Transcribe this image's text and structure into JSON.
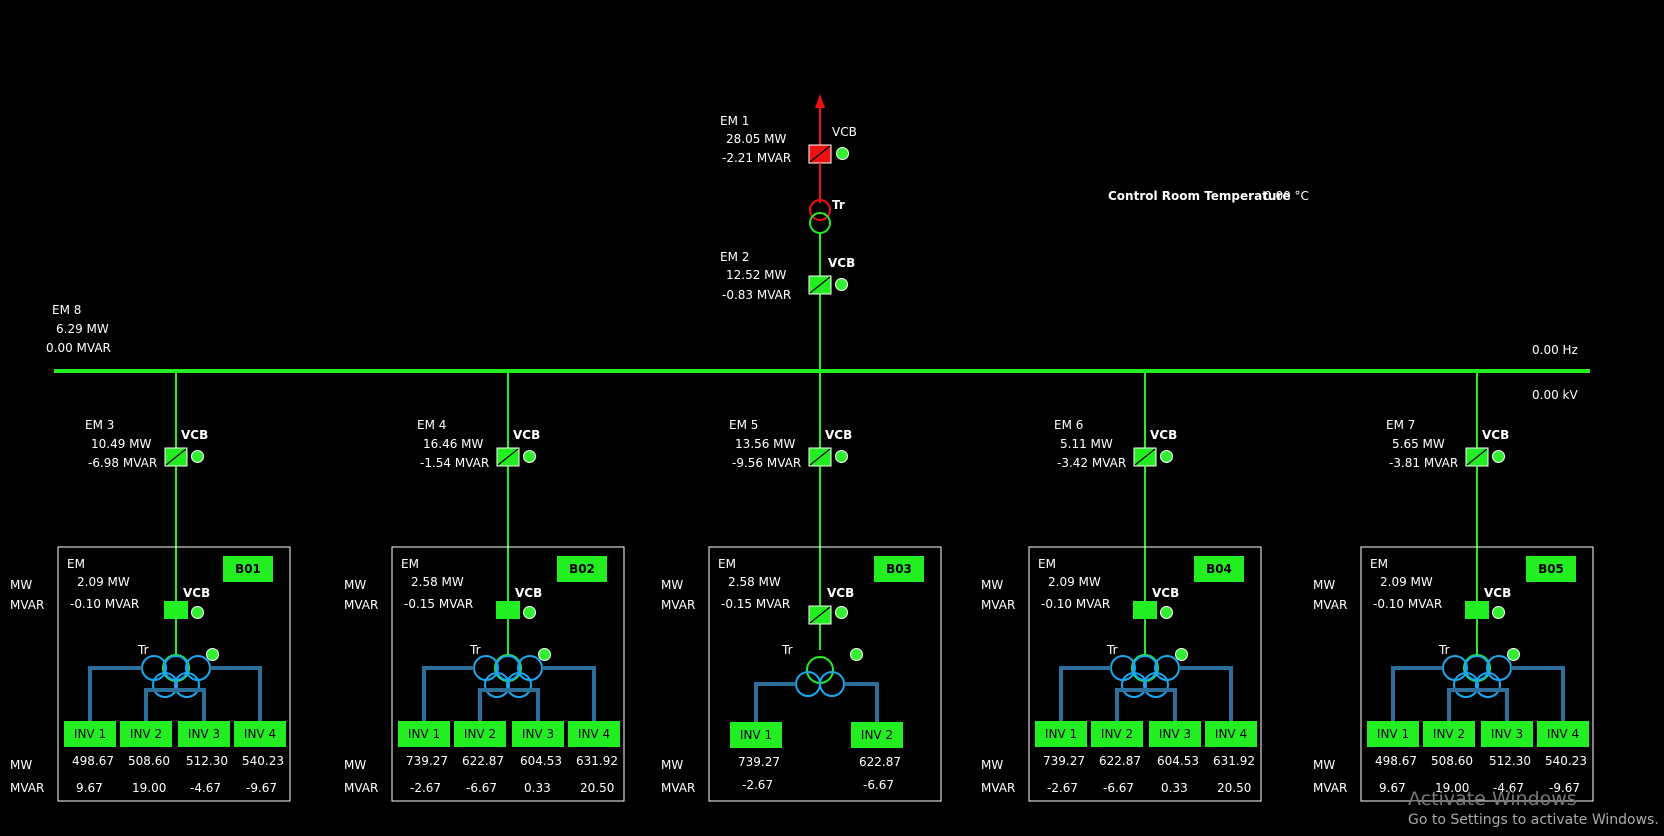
{
  "top": {
    "em1": {
      "name": "EM 1",
      "mw": "28.05 MW",
      "mvar": "-2.21 MVAR",
      "vcb": "VCB"
    },
    "tr_label": "Tr",
    "em2": {
      "name": "EM 2",
      "mw": "12.52 MW",
      "mvar": "-0.83 MVAR",
      "vcb": "VCB"
    }
  },
  "em8": {
    "name": "EM 8",
    "mw": "6.29 MW",
    "mvar": "0.00 MVAR"
  },
  "control_room": {
    "label": "Control Room Temperature",
    "value": "0.00 °C"
  },
  "bus": {
    "hz": "0.00 Hz",
    "kv": "0.00 kV"
  },
  "feeders": [
    {
      "em": "EM 3",
      "mw": "10.49 MW",
      "mvar": "-6.98 MVAR",
      "vcb": "VCB"
    },
    {
      "em": "EM 4",
      "mw": "16.46 MW",
      "mvar": "-1.54 MVAR",
      "vcb": "VCB"
    },
    {
      "em": "EM 5",
      "mw": "13.56 MW",
      "mvar": "-9.56 MVAR",
      "vcb": "VCB"
    },
    {
      "em": "EM 6",
      "mw": "5.11 MW",
      "mvar": "-3.42 MVAR",
      "vcb": "VCB"
    },
    {
      "em": "EM 7",
      "mw": "5.65 MW",
      "mvar": "-3.81 MVAR",
      "vcb": "VCB"
    }
  ],
  "blocks": [
    {
      "id": "B01",
      "em": "EM",
      "mw": "2.09 MW",
      "mvar": "-0.10 MVAR",
      "vcb": "VCB",
      "tr": "Tr",
      "side_mw": "MW",
      "side_mvar": "MVAR",
      "inverters": [
        {
          "name": "INV 1",
          "mw": "498.67",
          "mvar": "9.67"
        },
        {
          "name": "INV 2",
          "mw": "508.60",
          "mvar": "19.00"
        },
        {
          "name": "INV 3",
          "mw": "512.30",
          "mvar": "-4.67"
        },
        {
          "name": "INV 4",
          "mw": "540.23",
          "mvar": "-9.67"
        }
      ]
    },
    {
      "id": "B02",
      "em": "EM",
      "mw": "2.58 MW",
      "mvar": "-0.15 MVAR",
      "vcb": "VCB",
      "tr": "Tr",
      "side_mw": "MW",
      "side_mvar": "MVAR",
      "inverters": [
        {
          "name": "INV 1",
          "mw": "739.27",
          "mvar": "-2.67"
        },
        {
          "name": "INV 2",
          "mw": "622.87",
          "mvar": "-6.67"
        },
        {
          "name": "INV 3",
          "mw": "604.53",
          "mvar": "0.33"
        },
        {
          "name": "INV 4",
          "mw": "631.92",
          "mvar": "20.50"
        }
      ]
    },
    {
      "id": "B03",
      "em": "EM",
      "mw": "2.58 MW",
      "mvar": "-0.15 MVAR",
      "vcb": "VCB",
      "tr": "Tr",
      "side_mw": "MW",
      "side_mvar": "MVAR",
      "inverters": [
        {
          "name": "INV 1",
          "mw": "739.27",
          "mvar": "-2.67"
        },
        {
          "name": "INV 2",
          "mw": "622.87",
          "mvar": "-6.67"
        }
      ]
    },
    {
      "id": "B04",
      "em": "EM",
      "mw": "2.09 MW",
      "mvar": "-0.10 MVAR",
      "vcb": "VCB",
      "tr": "Tr",
      "side_mw": "MW",
      "side_mvar": "MVAR",
      "inverters": [
        {
          "name": "INV 1",
          "mw": "739.27",
          "mvar": "-2.67"
        },
        {
          "name": "INV 2",
          "mw": "622.87",
          "mvar": "-6.67"
        },
        {
          "name": "INV 3",
          "mw": "604.53",
          "mvar": "0.33"
        },
        {
          "name": "INV 4",
          "mw": "631.92",
          "mvar": "20.50"
        }
      ]
    },
    {
      "id": "B05",
      "em": "EM",
      "mw": "2.09 MW",
      "mvar": "-0.10 MVAR",
      "vcb": "VCB",
      "tr": "Tr",
      "side_mw": "MW",
      "side_mvar": "MVAR",
      "inverters": [
        {
          "name": "INV 1",
          "mw": "498.67",
          "mvar": "9.67"
        },
        {
          "name": "INV 2",
          "mw": "508.60",
          "mvar": "19.00"
        },
        {
          "name": "INV 3",
          "mw": "512.30",
          "mvar": "-4.67"
        },
        {
          "name": "INV 4",
          "mw": "540.23",
          "mvar": "-9.67"
        }
      ]
    }
  ],
  "watermark": {
    "line1": "Activate Windows",
    "line2": "Go to Settings to activate Windows."
  },
  "colors": {
    "energized": "#22ee22",
    "tripped": "#ee1111",
    "connector": "#2e6f9a",
    "winding": "#1aa7f0"
  }
}
